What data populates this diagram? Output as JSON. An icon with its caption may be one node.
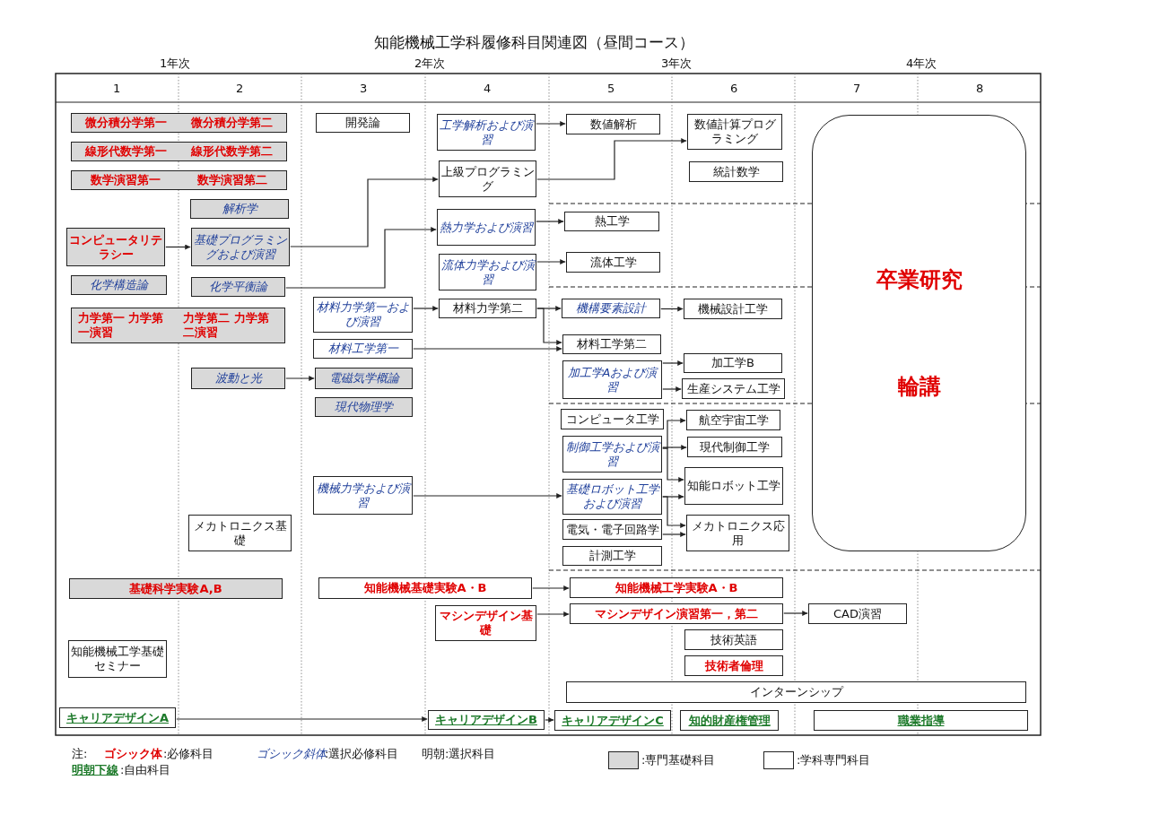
{
  "diagram": {
    "title": "知能機械工学科履修科目関連図（昼間コース）",
    "nodes": [
      {
        "text": [
          "微分積分学第一",
          "微分積分学第二"
        ]
      },
      {
        "text": [
          "線形代数学第一",
          "線形代数学第二"
        ]
      },
      {
        "text": [
          "数学演習第一",
          "数学演習第二"
        ]
      },
      {
        "text": [
          "解析学"
        ]
      },
      {
        "text": [
          "コンピュータリテラシー"
        ]
      },
      {
        "text": [
          "基礎プログラミングおよび演習"
        ]
      },
      {
        "text": [
          "化学構造論"
        ]
      },
      {
        "text": [
          "化学平衡論"
        ]
      },
      {
        "text": [
          "力学第一 力学第一演習",
          "力学第二 力学第二演習"
        ]
      },
      {
        "text": [
          "材料力学第一および演習"
        ]
      },
      {
        "text": [
          "材料工学第一"
        ]
      },
      {
        "text": [
          "波動と光"
        ]
      },
      {
        "text": [
          "電磁気学概論"
        ]
      },
      {
        "text": [
          "現代物理学"
        ]
      },
      {
        "text": [
          "機械力学および演習"
        ]
      },
      {
        "text": [
          "メカトロニクス基礎"
        ]
      },
      {
        "text": [
          "基礎科学実験A,B"
        ]
      },
      {
        "text": [
          "知能機械基礎実験A・B"
        ]
      },
      {
        "text": [
          "知能機械工学基礎セミナー"
        ]
      },
      {
        "text": [
          "キャリアデザインA"
        ]
      },
      {
        "text": [
          "開発論"
        ]
      },
      {
        "text": [
          "工学解析および演習"
        ]
      },
      {
        "text": [
          "上級プログラミング"
        ]
      },
      {
        "text": [
          "熱力学および演習"
        ]
      },
      {
        "text": [
          "流体力学および演習"
        ]
      },
      {
        "text": [
          "材料力学第二"
        ]
      },
      {
        "text": [
          "マシンデザイン基礎"
        ]
      },
      {
        "text": [
          "キャリアデザインB"
        ]
      },
      {
        "text": [
          "数値解析"
        ]
      },
      {
        "text": [
          "熱工学"
        ]
      },
      {
        "text": [
          "流体工学"
        ]
      },
      {
        "text": [
          "機構要素設計"
        ]
      },
      {
        "text": [
          "材料工学第二"
        ]
      },
      {
        "text": [
          "加工学Aおよび演習"
        ]
      },
      {
        "text": [
          "コンピュータ工学"
        ]
      },
      {
        "text": [
          "制御工学および演習"
        ]
      },
      {
        "text": [
          "基礎ロボット工学および演習"
        ]
      },
      {
        "text": [
          "電気・電子回路学"
        ]
      },
      {
        "text": [
          "計測工学"
        ]
      },
      {
        "text": [
          "知能機械工学実験A・B"
        ]
      },
      {
        "text": [
          "マシンデザイン演習第一，第二"
        ]
      },
      {
        "text": [
          "キャリアデザインC"
        ]
      },
      {
        "text": [
          "数値計算プログラミング"
        ]
      },
      {
        "text": [
          "統計数学"
        ]
      },
      {
        "text": [
          "機械設計工学"
        ]
      },
      {
        "text": [
          "加工学B"
        ]
      },
      {
        "text": [
          "生産システム工学"
        ]
      },
      {
        "text": [
          "航空宇宙工学"
        ]
      },
      {
        "text": [
          "現代制御工学"
        ]
      },
      {
        "text": [
          "知能ロボット工学"
        ]
      },
      {
        "text": [
          "メカトロニクス応用"
        ]
      },
      {
        "text": [
          "技術英語"
        ]
      },
      {
        "text": [
          "技術者倫理"
        ]
      },
      {
        "text": [
          "インターンシップ"
        ]
      },
      {
        "text": [
          "知的財産権管理"
        ]
      },
      {
        "text": [
          "CAD演習"
        ]
      },
      {
        "text": [
          "卒業研究",
          "輪講"
        ]
      },
      {
        "text": [
          "職業指導"
        ]
      }
    ],
    "edges": [
      {
        "from": 4,
        "to": 5,
        "arrow": "to"
      },
      {
        "from": 5,
        "to": 22,
        "arrow": "to"
      },
      {
        "from": 7,
        "to": 23,
        "arrow": "to"
      },
      {
        "from": 11,
        "to": 12,
        "arrow": "to"
      },
      {
        "from": 9,
        "to": 25,
        "arrow": "to"
      },
      {
        "from": 10,
        "to": 32,
        "arrow": "to"
      },
      {
        "from": 21,
        "to": 28,
        "arrow": "to"
      },
      {
        "from": 22,
        "to": 42,
        "arrow": "to"
      },
      {
        "from": 23,
        "to": 29,
        "arrow": "to"
      },
      {
        "from": 24,
        "to": 30,
        "arrow": "to"
      },
      {
        "from": 25,
        "to": 31,
        "arrow": "to"
      },
      {
        "from": 25,
        "to": 32,
        "arrow": "to"
      },
      {
        "from": 31,
        "to": 44,
        "arrow": "to"
      },
      {
        "from": 33,
        "to": 45,
        "arrow": "to"
      },
      {
        "from": 33,
        "to": 46,
        "arrow": "to"
      },
      {
        "from": 14,
        "to": 36,
        "arrow": "to"
      },
      {
        "from": 35,
        "to": 47,
        "arrow": "to"
      },
      {
        "from": 35,
        "to": 48,
        "arrow": "to"
      },
      {
        "from": 35,
        "to": 49,
        "arrow": "to"
      },
      {
        "from": 36,
        "to": 49,
        "arrow": "to"
      },
      {
        "from": 36,
        "to": 50,
        "arrow": "to"
      },
      {
        "from": 37,
        "to": 50,
        "arrow": "to"
      },
      {
        "from": 17,
        "to": 39,
        "arrow": "to"
      },
      {
        "from": 26,
        "to": 40,
        "arrow": "to"
      },
      {
        "from": 40,
        "to": 55,
        "arrow": "to"
      },
      {
        "from": 19,
        "to": 27,
        "arrow": "to"
      },
      {
        "from": 27,
        "to": 41,
        "arrow": "to"
      }
    ],
    "labels": [
      "1年次",
      "2年次",
      "3年次",
      "4年次",
      "1",
      "2",
      "3",
      "4",
      "5",
      "6",
      "7",
      "8",
      "注:",
      "ゴシック体",
      ":必修科目",
      "ゴシック斜体",
      ":選択必修科目",
      "明朝:選択科目",
      "明朝下線",
      ":自由科目"
    ],
    "legend": [
      {
        "text": ":専門基礎科目",
        "color": "#d9d9d9"
      },
      {
        "text": ":学科専門科目",
        "color": "#ffffff"
      }
    ]
  }
}
